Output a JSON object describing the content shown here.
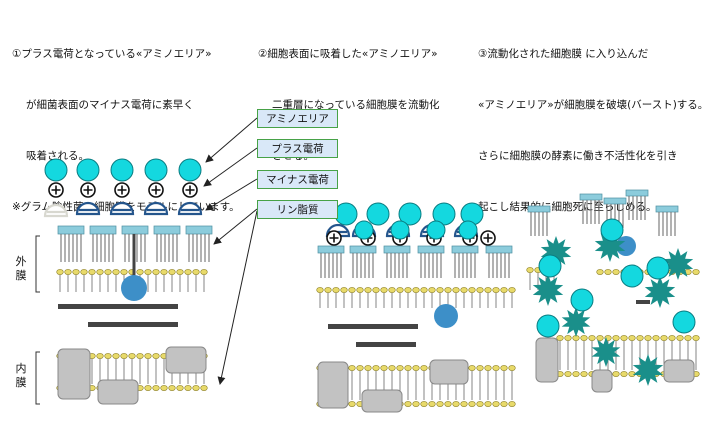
{
  "steps": [
    {
      "lines": [
        "①プラス電荷となっている«アミノエリア»",
        "が細菌表面のマイナス電荷に素早く",
        "吸着される。",
        "※グラム陰性菌の細胞膜をモデルにしています。"
      ]
    },
    {
      "lines": [
        "②細胞表面に吸着した«アミノエリア»",
        "二重層になっている細胞膜を流動化",
        "させる。"
      ]
    },
    {
      "lines": [
        "③流動化された細胞膜 に入り込んだ",
        "«アミノエリア»が細胞膜を破壊(バースト)する。",
        "さらに細胞膜の酵素に働き不活性化を引き",
        "起こし結果的に細胞死に至らしめる。"
      ]
    }
  ],
  "legend": {
    "amino": "アミノエリア",
    "plus": "プラス電荷",
    "minus": "マイナス電荷",
    "lipid": "リン脂質"
  },
  "membrane": {
    "outer": "外膜",
    "inner": "内膜"
  },
  "colors": {
    "ball": "#14d8df",
    "star": "#1a8f8a",
    "blue_ball": "#3d8fc8",
    "head": "#8cccdc",
    "lipid_head": "#e8da6a",
    "block": "#c2c2c2"
  }
}
